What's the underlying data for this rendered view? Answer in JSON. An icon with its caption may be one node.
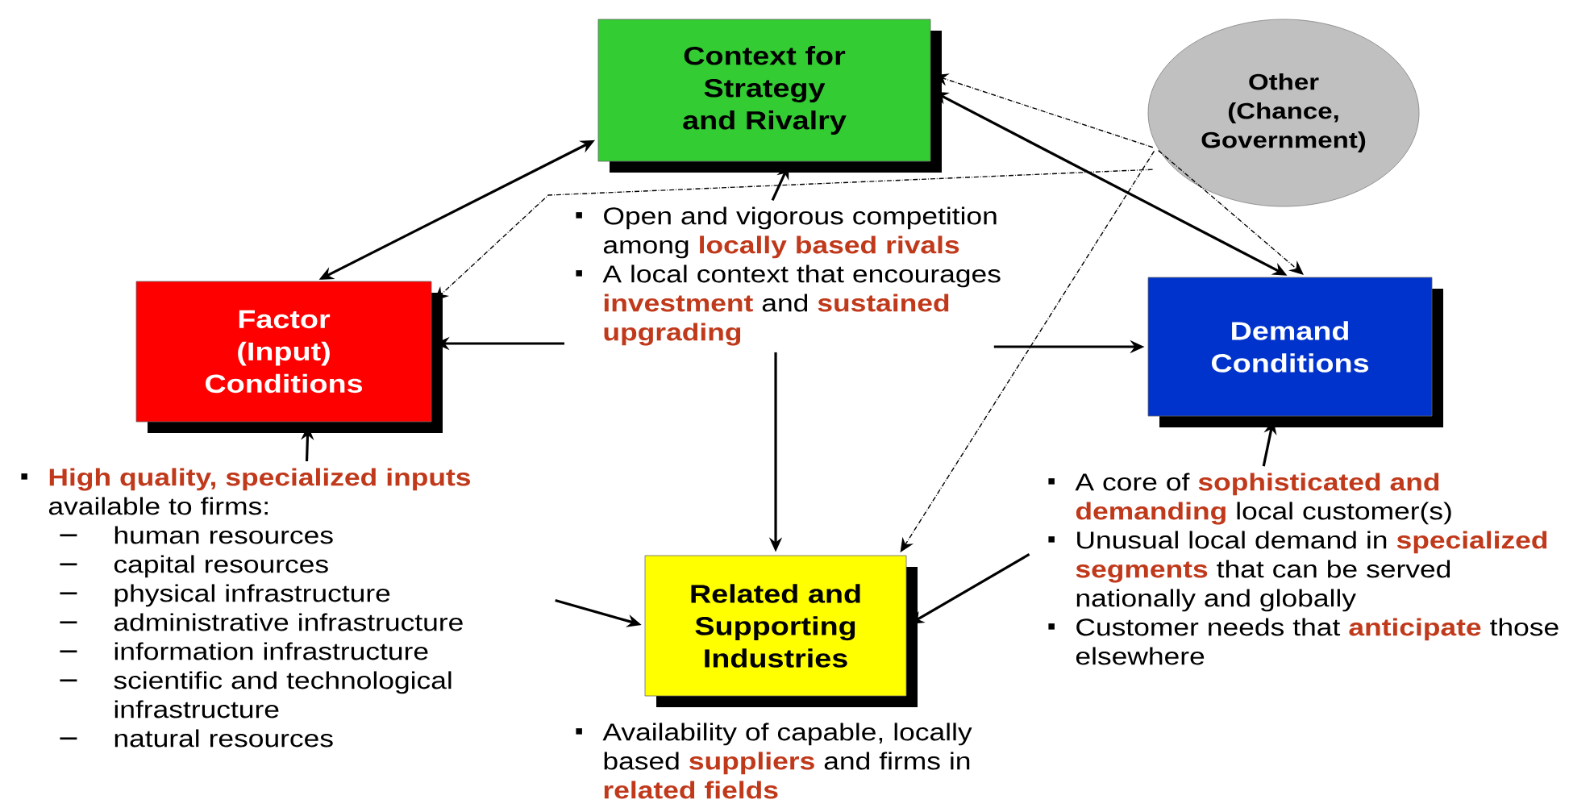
{
  "diagram": {
    "nodes": [
      {
        "text": [
          "Context for Strategy and Rivalry"
        ]
      },
      {
        "text": [
          "Other (Chance, Government)"
        ]
      },
      {
        "text": [
          "Factor (Input) Conditions"
        ]
      },
      {
        "text": [
          "Demand Conditions"
        ]
      },
      {
        "text": [
          "Related and Supporting Industries"
        ],
        "beside": [
          "Availability of capable, locally based **suppliers** and firms in **related fields**"
        ]
      },
      {
        "text": [
          "Open and vigorous competition among **locally based rivals**",
          "A local context that encourages **investment** and **sustained upgrading**"
        ]
      },
      {
        "text": [
          "**High quality, specialized inputs** available to firms:",
          "human resources",
          "capital resources",
          "physical infrastructure",
          "administrative infrastructure",
          "information infrastructure",
          "scientific and technological infrastructure",
          "natural resources"
        ]
      },
      {
        "text": [
          "A core of **sophisticated and demanding** local customer(s)",
          "Unusual local demand in **specialized segments** that can be served nationally and globally",
          "Customer needs that **anticipate** those elsewhere"
        ]
      }
    ],
    "edges": [
      {
        "from": 0,
        "to": 2,
        "arrow": "both"
      },
      {
        "from": 0,
        "to": 3,
        "arrow": "both"
      },
      {
        "from": 5,
        "to": 0,
        "arrow": "to"
      },
      {
        "from": 5,
        "to": 2,
        "arrow": "to"
      },
      {
        "from": 5,
        "to": 3,
        "arrow": "to"
      },
      {
        "from": 5,
        "to": 4,
        "arrow": "to"
      },
      {
        "from": 6,
        "to": 2,
        "arrow": "to"
      },
      {
        "from": 6,
        "to": 4,
        "arrow": "to"
      },
      {
        "from": 7,
        "to": 3,
        "arrow": "to"
      },
      {
        "from": 7,
        "to": 4,
        "arrow": "to"
      },
      {
        "from": 1,
        "to": 0,
        "arrow": "to",
        "style": "dashed"
      },
      {
        "from": 1,
        "to": 3,
        "arrow": "to",
        "style": "dashed"
      },
      {
        "from": 1,
        "to": 2,
        "arrow": "to",
        "style": "dashed"
      },
      {
        "from": 1,
        "to": 4,
        "arrow": "to",
        "style": "dashed"
      }
    ]
  }
}
